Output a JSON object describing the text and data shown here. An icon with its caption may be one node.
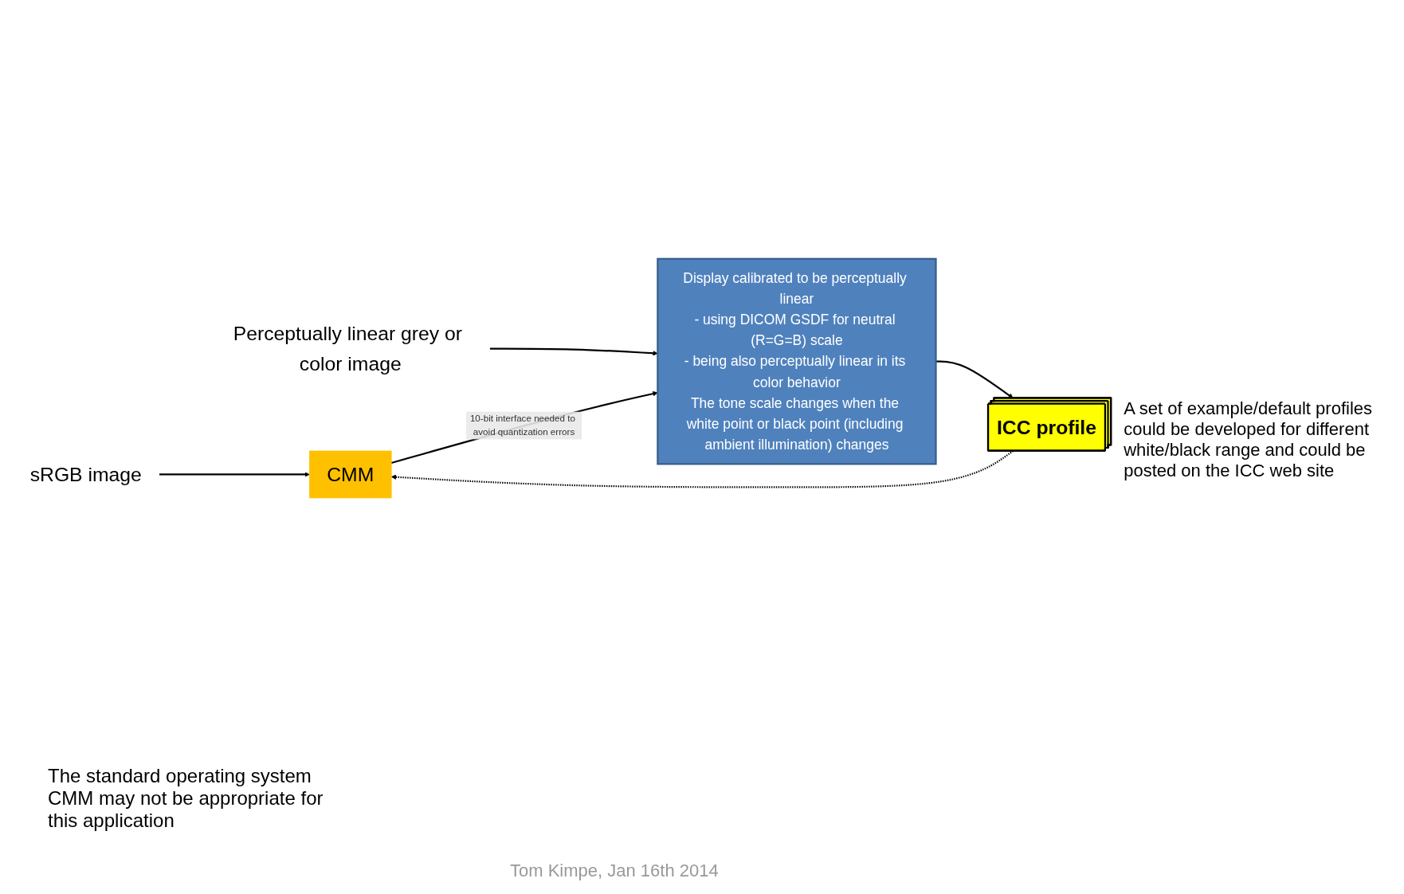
{
  "diagram": {
    "nodes": [
      {
        "text": [
          "Perceptually linear grey or color image"
        ]
      },
      {
        "text": [
          "Display calibrated to be perceptually linear",
          "- using DICOM GSDF for neutral (R=G=B) scale",
          "- being also perceptually linear in its color behavior",
          "The tone scale changes when the white point or black point (including ambient illumination) changes"
        ]
      },
      {
        "text": [
          "sRGB image"
        ]
      },
      {
        "text": [
          "CMM"
        ]
      },
      {
        "text": [
          "ICC profile"
        ],
        "beside": [
          "A set of example/default profiles could be developed for different white/black range and could be posted on the ICC web site"
        ]
      }
    ],
    "edges": [
      {
        "from": 0,
        "to": 1,
        "arrow": "to"
      },
      {
        "from": 2,
        "to": 3,
        "arrow": "to"
      },
      {
        "from": 3,
        "to": 1,
        "arrow": "to",
        "label": "10-bit interface needed to avoid quantization errors"
      },
      {
        "from": 1,
        "to": 4,
        "arrow": "to"
      },
      {
        "from": 4,
        "to": 3,
        "arrow": "to",
        "style": "dashed"
      }
    ],
    "labels": [
      "The standard operating system CMM may not be appropriate for this application",
      "Tom Kimpe, Jan 16th 2014"
    ]
  }
}
